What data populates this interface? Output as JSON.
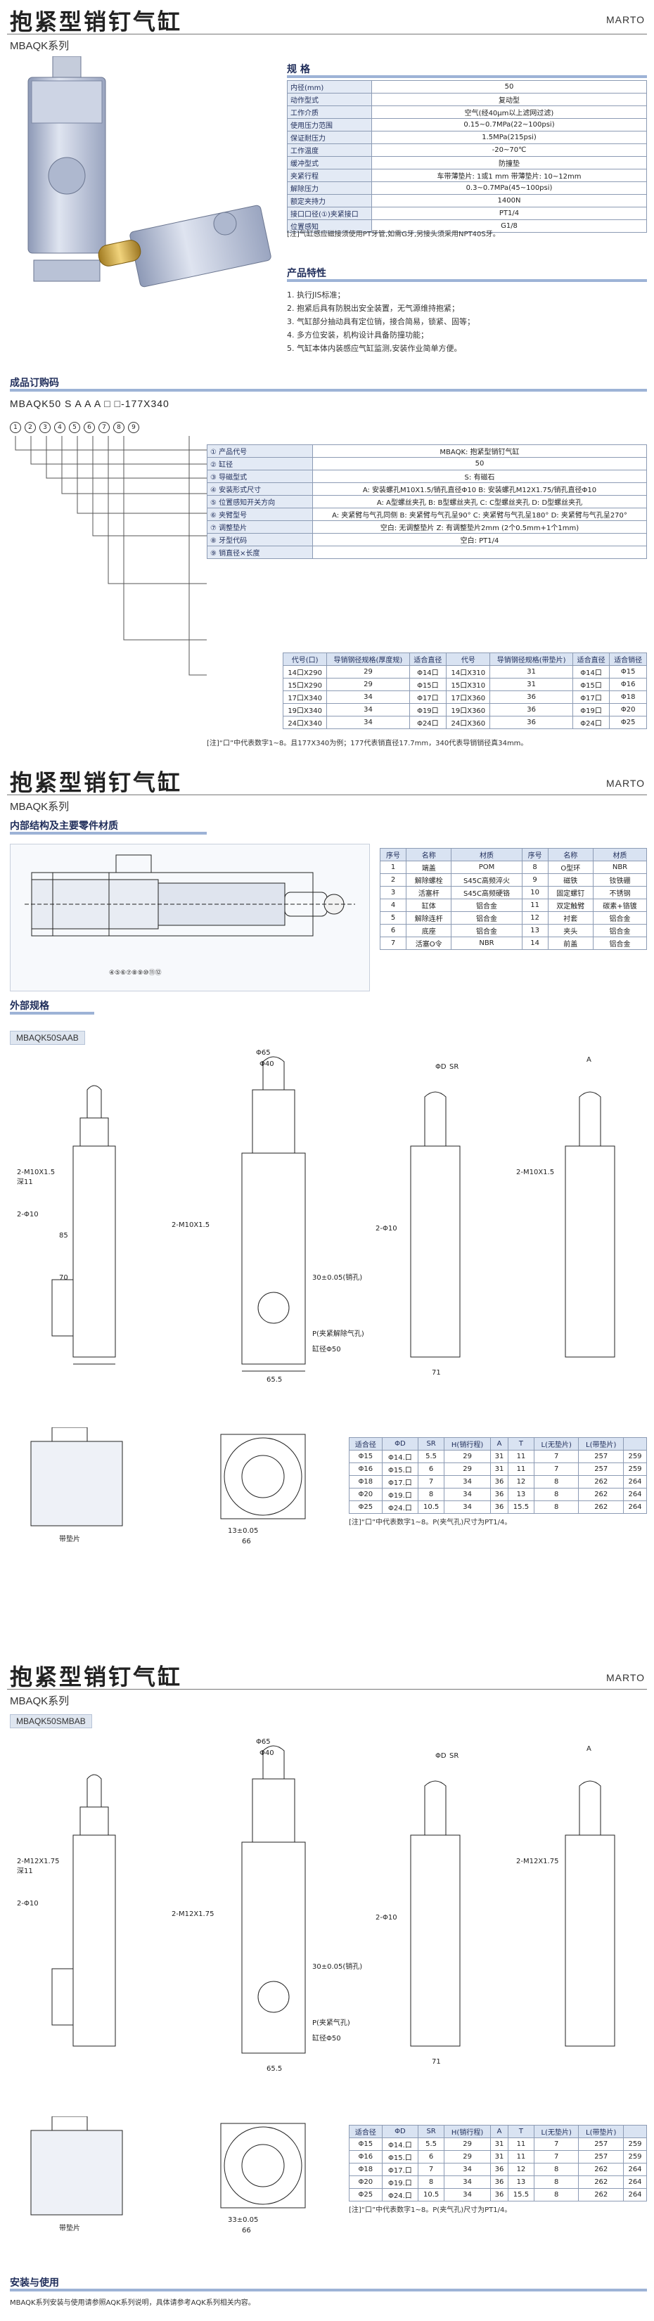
{
  "header": {
    "title": "抱紧型销钉气缸",
    "brand": "MARTO",
    "series": "MBAQK系列"
  },
  "specs": {
    "heading": "规 格",
    "rows": [
      {
        "k": "内径(mm)",
        "v": "50"
      },
      {
        "k": "动作型式",
        "v": "复动型"
      },
      {
        "k": "工作介质",
        "v": "空气(经40μm以上滤网过滤)"
      },
      {
        "k": "使用压力范围",
        "v": "0.15~0.7MPa(22~100psi)"
      },
      {
        "k": "保证耐压力",
        "v": "1.5MPa(215psi)"
      },
      {
        "k": "工作温度",
        "v": "-20~70℃"
      },
      {
        "k": "缓冲型式",
        "v": "防撞垫"
      },
      {
        "k": "夹紧行程",
        "v": "车带薄垫片: 1或1 mm    带薄垫片: 10~12mm"
      },
      {
        "k": "解除压力",
        "v": "0.3~0.7MPa(45~100psi)"
      },
      {
        "k": "额定夹持力",
        "v": "1400N"
      },
      {
        "k": "接口口径(①)夹紧接口",
        "v": "PT1/4"
      },
      {
        "k": "位置感知",
        "v": "G1/8"
      }
    ],
    "note": "[注]气缸感应磁接须使用PT牙管,如需G牙,另接头须采用NPT40S牙。"
  },
  "features": {
    "heading": "产品特性",
    "items": [
      "1. 执行JIS标准；",
      "2. 抱紧后具有防脱出安全装置，无气源维持抱紧；",
      "3. 气缸部分抽动具有定位销，接合简易，锁紧、固等；",
      "4. 多方位安装，机构设计具备防撞功能；",
      "5. 气缸本体内装感应气缸监测,安装作业简单方便。"
    ]
  },
  "ordering": {
    "heading": "成品订购码",
    "code": "MBAQK50 S A A A □ □-177X340",
    "digits": [
      "1",
      "2",
      "3",
      "4",
      "5",
      "6",
      "7",
      "8",
      "9"
    ],
    "rows": [
      {
        "num": "①",
        "label": "产品代号",
        "value": "MBAQK: 抱紧型销钉气缸"
      },
      {
        "num": "②",
        "label": "缸径",
        "value": "50"
      },
      {
        "num": "③",
        "label": "导磁型式",
        "value": "S: 有磁石"
      },
      {
        "num": "④",
        "label": "安装形式尺寸",
        "value": "A: 安装螺孔M10X1.5/销孔直径Φ10    B: 安装螺孔M12X1.75/销孔直径Φ10"
      },
      {
        "num": "⑤",
        "label": "位置感知开关方向",
        "value": "A: A型螺丝夹孔    B: B型螺丝夹孔    C: C型螺丝夹孔    D: D型螺丝夹孔"
      },
      {
        "num": "⑥",
        "label": "夹臂型号",
        "value": "A: 夹紧臂与气孔同侧 B: 夹紧臂与气孔呈90° C: 夹紧臂与气孔呈180° D: 夹紧臂与气孔呈270°"
      },
      {
        "num": "⑦",
        "label": "调整垫片",
        "value": "空白: 无调整垫片    Z: 有调整垫片2mm (2个0.5mm+1个1mm)"
      },
      {
        "num": "⑧",
        "label": "牙型代码",
        "value": "空白: PT1/4"
      },
      {
        "num": "⑨",
        "label": "销直径×长度",
        "value": ""
      }
    ],
    "pin_table": {
      "headers": [
        "代号(口)",
        "导销钢径规格(厚度规)",
        "适合直径",
        "代号",
        "导销钢径规格(带垫片)",
        "适合直径"
      ],
      "rows": [
        [
          "14口X290",
          "29",
          "Φ14口",
          "14口X310",
          "31",
          "Φ14口",
          "Φ15"
        ],
        [
          "15口X290",
          "29",
          "Φ15口",
          "15口X310",
          "31",
          "Φ15口",
          "Φ16"
        ],
        [
          "17口X340",
          "34",
          "Φ17口",
          "17口X360",
          "36",
          "Φ17口",
          "Φ18"
        ],
        [
          "19口X340",
          "34",
          "Φ19口",
          "19口X360",
          "36",
          "Φ19口",
          "Φ20"
        ],
        [
          "24口X340",
          "34",
          "Φ24口",
          "24口X360",
          "36",
          "Φ24口",
          "Φ25"
        ]
      ],
      "extra_header": "适合销径"
    },
    "note": "[注]“口”中代表数字1~8。且177X340为例；177代表销直径17.7mm，340代表导销销径真34mm。"
  },
  "section2": {
    "title": "抱紧型销钉气缸",
    "brand": "MARTO",
    "series": "MBAQK系列",
    "struct_heading": "内部结构及主要零件材质",
    "parts_headers": [
      "序号",
      "名称",
      "材质",
      "序号",
      "名称",
      "材质"
    ],
    "parts": [
      [
        "1",
        "端盖",
        "POM",
        "8",
        "O型环",
        "NBR"
      ],
      [
        "2",
        "解除螺栓",
        "S45C高频淬火",
        "9",
        "磁铁",
        "钕铁硼"
      ],
      [
        "3",
        "活塞杆",
        "S45C高频硬铬",
        "10",
        "固定螺钉",
        "不锈钢"
      ],
      [
        "4",
        "缸体",
        "铝合金",
        "11",
        "双定触臂",
        "碳素+铬镀"
      ],
      [
        "5",
        "解除连杆",
        "铝合金",
        "12",
        "衬套",
        "铝合金"
      ],
      [
        "6",
        "底座",
        "铝合金",
        "13",
        "夹头",
        "铝合金"
      ],
      [
        "7",
        "活塞O令",
        "NBR",
        "14",
        "前盖",
        "铝合金"
      ]
    ],
    "ext_heading": "外部规格",
    "model_a": "MBAQK50SAAB",
    "dim_headers": [
      "适合径",
      "ΦD",
      "SR",
      "H(销行程)",
      "A",
      "T",
      "L(无垫片)",
      "L(带垫片)"
    ],
    "dims_a": [
      [
        "Φ15",
        "Φ14.口",
        "5.5",
        "29",
        "31",
        "11",
        "7",
        "257",
        "259"
      ],
      [
        "Φ16",
        "Φ15.口",
        "6",
        "29",
        "31",
        "11",
        "7",
        "257",
        "259"
      ],
      [
        "Φ18",
        "Φ17.口",
        "7",
        "34",
        "36",
        "12",
        "8",
        "262",
        "264"
      ],
      [
        "Φ20",
        "Φ19.口",
        "8",
        "34",
        "36",
        "13",
        "8",
        "262",
        "264"
      ],
      [
        "Φ25",
        "Φ24.口",
        "10.5",
        "34",
        "36",
        "15.5",
        "8",
        "262",
        "264"
      ]
    ],
    "dims_note": "[注]“口”中代表数字1~8。P(夹气孔)尺寸为PT1/4。"
  },
  "section3": {
    "title": "抱紧型销钉气缸",
    "brand": "MARTO",
    "series": "MBAQK系列",
    "model_b": "MBAQK50SMBAB",
    "install_heading": "安装与使用",
    "install_text": "MBAQK系列安装与使用请参照AQK系列说明，具体请参考AQK系列相关内容。"
  },
  "labels": {
    "phi65": "Φ65",
    "phi40": "Φ40",
    "m10": "2-M10X1.5",
    "m12": "2-M12X1.75",
    "depth11": "深11",
    "phi10": "2-Φ10",
    "p_label": "P(夹紧解除气孔)",
    "p_label2": "P(夹紧气孔)",
    "stroke50": "缸径Φ50",
    "dim655": "65.5",
    "dim71": "71",
    "dim70": "70",
    "dim85": "85",
    "dim13": "13±0.05",
    "dim66": "66",
    "dim30": "30±0.05(销孔)",
    "dim33": "33±0.05",
    "with_shim": "带垫片",
    "sr": "SR",
    "phi_d": "ΦD",
    "a_label": "A"
  }
}
